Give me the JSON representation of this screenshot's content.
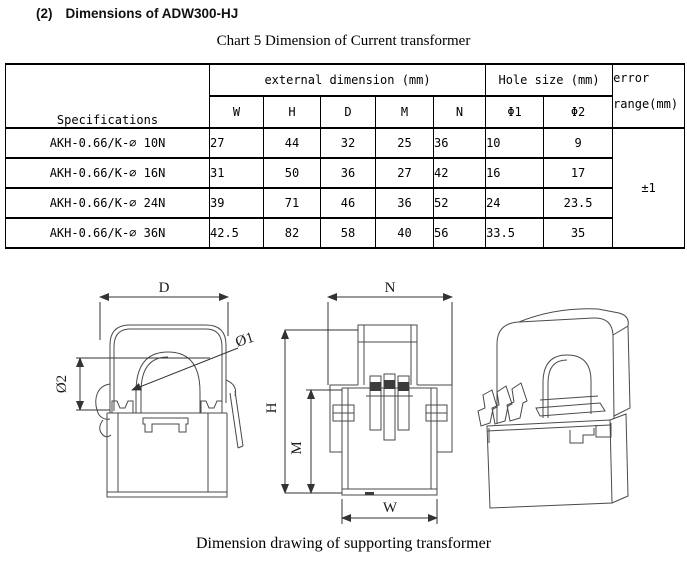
{
  "page": {
    "section_marker": "(2)",
    "section_title": "Dimensions of ADW300-HJ",
    "table_caption": "Chart 5 Dimension of Current transformer",
    "drawing_caption": "Dimension drawing of supporting transformer"
  },
  "table": {
    "headers": {
      "specifications": "Specifications",
      "external_group": "external dimension (mm)",
      "hole_group": "Hole size (mm)",
      "error_line1": "error",
      "error_line2": "range(mm)",
      "columns": [
        "W",
        "H",
        "D",
        "M",
        "N",
        "Φ1",
        "Φ2"
      ]
    },
    "rows": [
      {
        "spec": "AKH-0.66/K-⌀ 10N",
        "w": "27",
        "h": "44",
        "d": "32",
        "m": "25",
        "n": "36",
        "phi1": "10",
        "phi2": "9"
      },
      {
        "spec": "AKH-0.66/K-⌀ 16N",
        "w": "31",
        "h": "50",
        "d": "36",
        "m": "27",
        "n": "42",
        "phi1": "16",
        "phi2": "17"
      },
      {
        "spec": "AKH-0.66/K-⌀ 24N",
        "w": "39",
        "h": "71",
        "d": "46",
        "m": "36",
        "n": "52",
        "phi1": "24",
        "phi2": "23.5"
      },
      {
        "spec": "AKH-0.66/K-⌀ 36N",
        "w": "42.5",
        "h": "82",
        "d": "58",
        "m": "40",
        "n": "56",
        "phi1": "33.5",
        "phi2": "35"
      }
    ],
    "error_value": "±1"
  },
  "drawings": {
    "side_view": {
      "top": "D",
      "left": "Ø2",
      "diagonal": "Ø1"
    },
    "front_view": {
      "top": "N",
      "left_outer": "H",
      "left_inner": "M",
      "bottom": "W"
    }
  }
}
